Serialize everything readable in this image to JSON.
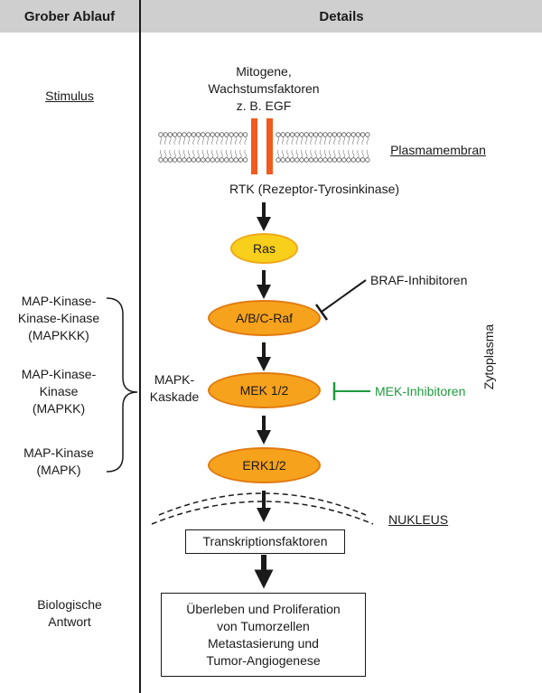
{
  "header": {
    "col_left": "Grober Ablauf",
    "col_right": "Details"
  },
  "left": {
    "stimulus": "Stimulus",
    "mapkkk": [
      "MAP-Kinase-",
      "Kinase-Kinase",
      "(MAPKKK)"
    ],
    "mapkk": [
      "MAP-Kinase-",
      "Kinase",
      "(MAPKK)"
    ],
    "mapk": [
      "MAP-Kinase",
      "(MAPK)"
    ],
    "cascade": [
      "MAPK-",
      "Kaskade"
    ],
    "response": [
      "Biologische",
      "Antwort"
    ]
  },
  "details": {
    "mitogens": [
      "Mitogene,",
      "Wachstumsfaktoren",
      "z. B. EGF"
    ],
    "plasma_membrane": "Plasmamembran",
    "rtk": "RTK (Rezeptor-Tyrosinkinase)",
    "ras": "Ras",
    "raf": "A/B/C-Raf",
    "mek": "MEK 1/2",
    "erk": "ERK1/2",
    "braf_inhibitors": "BRAF-Inhibitoren",
    "mek_inhibitors": "MEK-Inhibitoren",
    "nucleus": "NUKLEUS",
    "cytoplasm": "Zytoplasma",
    "transcription_factors": "Transkriptionsfaktoren",
    "outcome": [
      "Überleben und Proliferation",
      "von Tumorzellen",
      "Metastasierung und",
      "Tumor-Angiogenese"
    ]
  },
  "colors": {
    "header_bg": "#cfcfcf",
    "node_fill": "#f7a21c",
    "node_border": "#e07a10",
    "ras_fill": "#f8cf1a",
    "receptor": "#f05a1e",
    "mek_inhibitor": "#1e9a3c"
  }
}
